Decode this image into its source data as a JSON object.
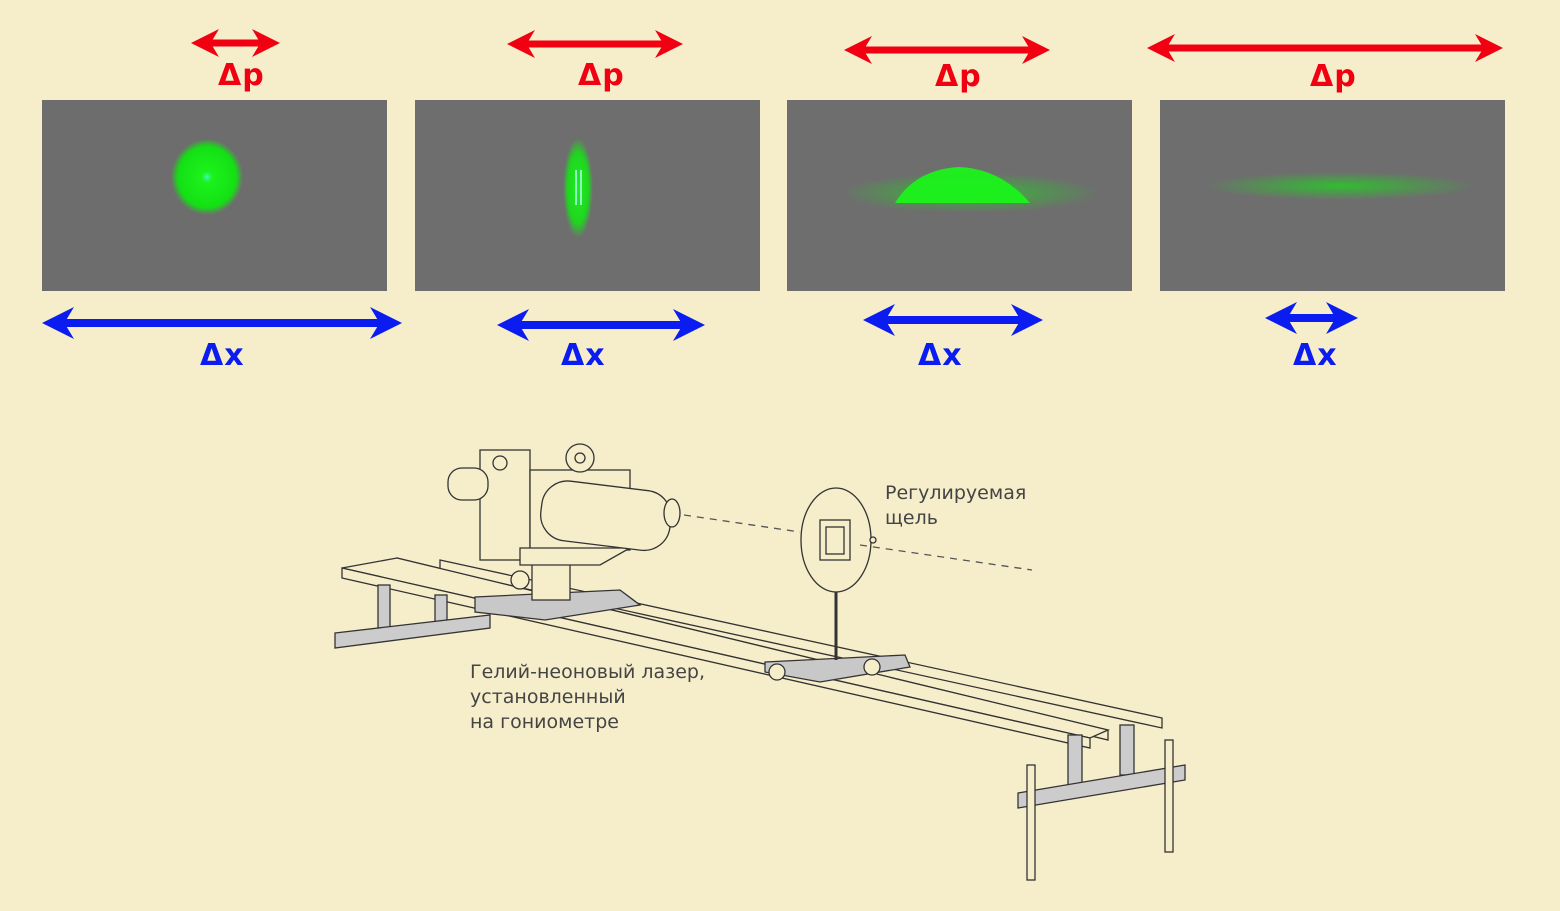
{
  "colors": {
    "background": "#f6eecb",
    "momentum_arrow": "#f00010",
    "position_arrow": "#0a1cf0",
    "screen": "#6d6d6d",
    "laser_spot": "#1bf21b"
  },
  "panels": [
    {
      "momentum_label": "Δp",
      "position_label": "Δx",
      "spot": "round-spot"
    },
    {
      "momentum_label": "Δp",
      "position_label": "Δx",
      "spot": "vertical-stripe"
    },
    {
      "momentum_label": "Δp",
      "position_label": "Δx",
      "spot": "wide-blob"
    },
    {
      "momentum_label": "Δp",
      "position_label": "Δx",
      "spot": "faint-wide-smear"
    }
  ],
  "apparatus": {
    "slit_label": [
      "Регулируемая",
      "щель"
    ],
    "laser_label": [
      "Гелий-неоновый лазер,",
      "установленный",
      "на гониометре"
    ]
  }
}
